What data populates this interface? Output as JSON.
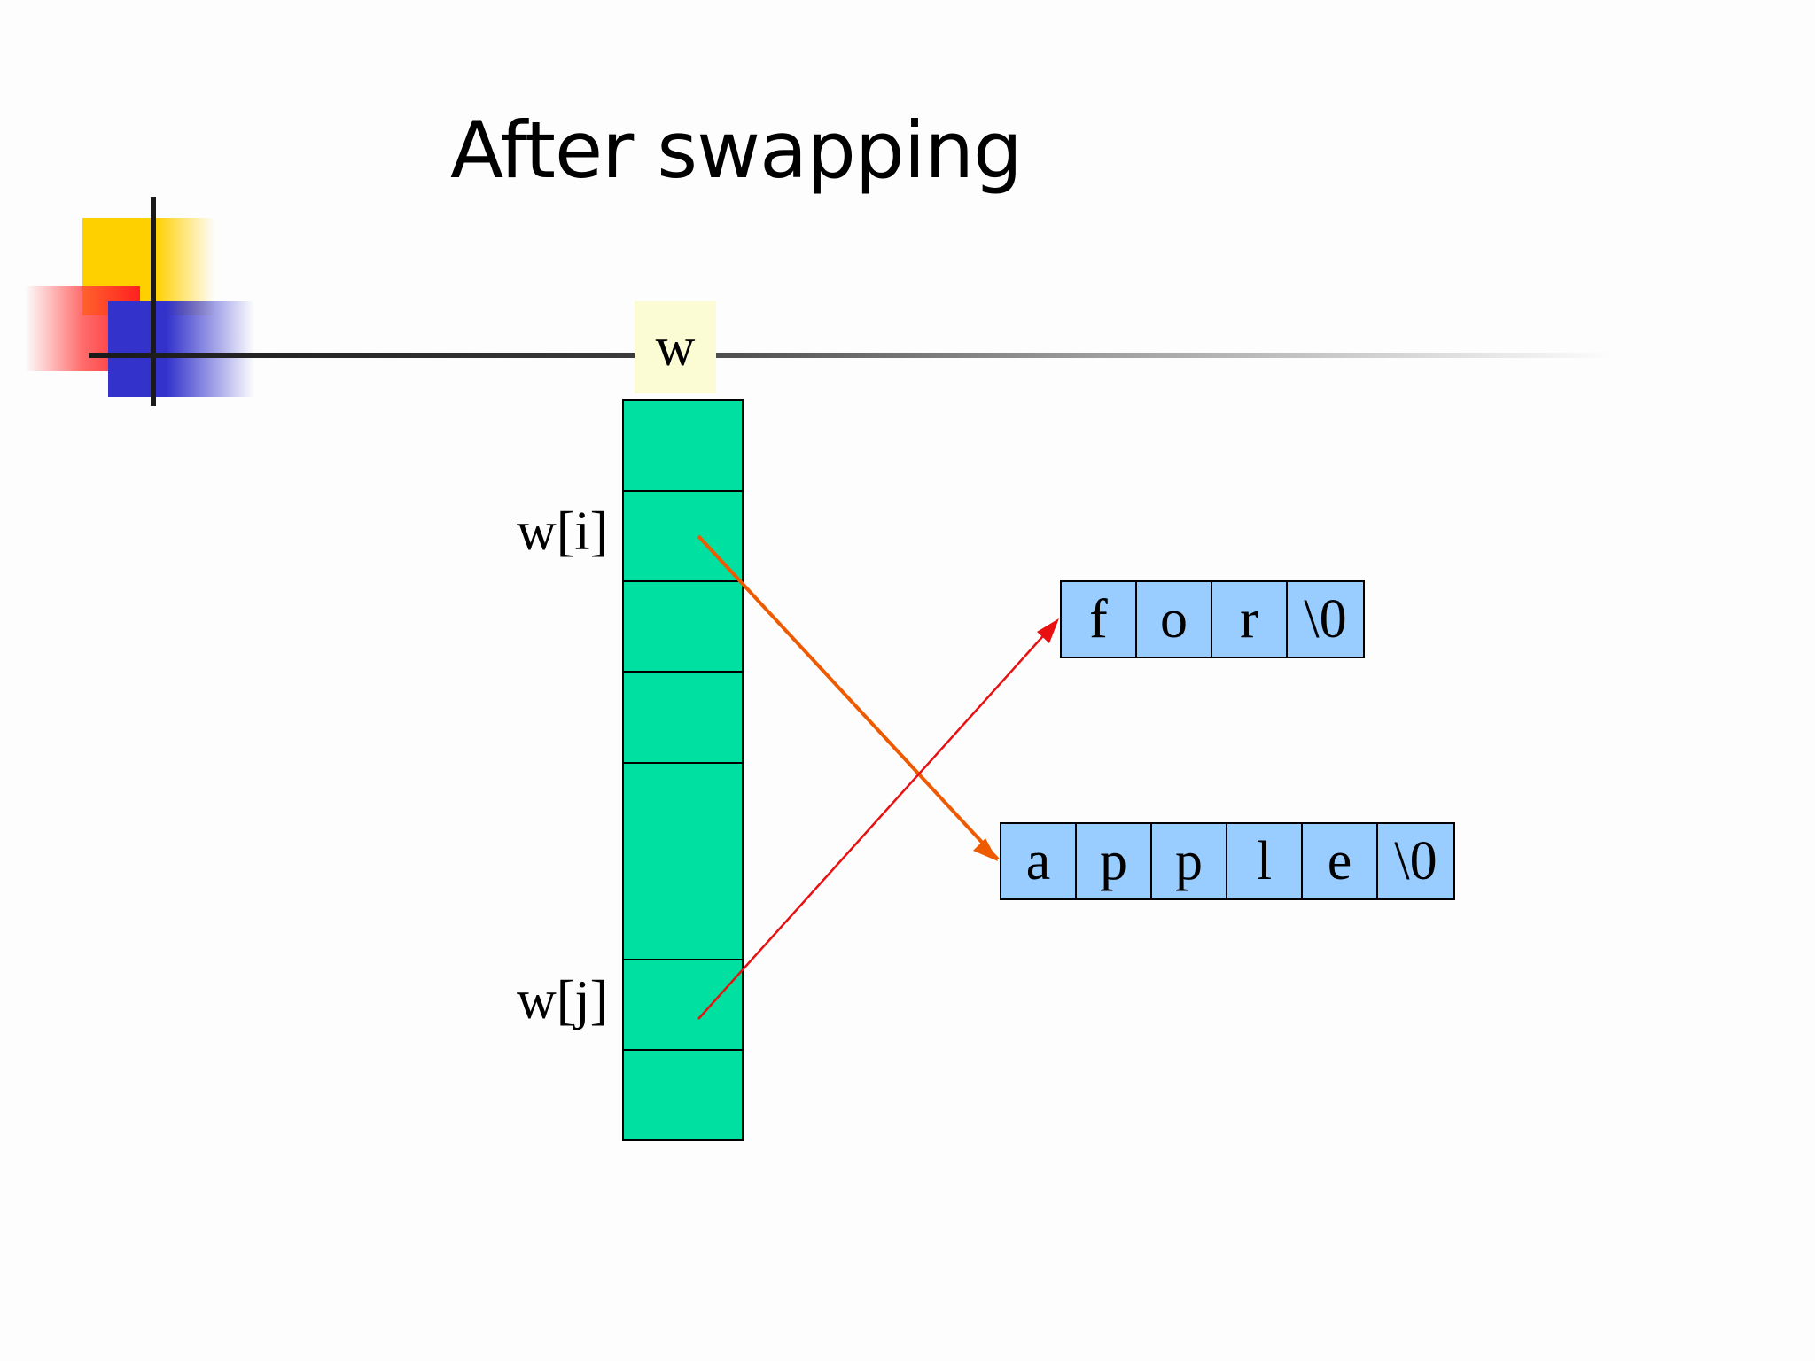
{
  "title": "After swapping",
  "array": {
    "name": "w",
    "label_i": "w[i]",
    "label_j": "w[j]"
  },
  "strings": {
    "top": [
      "f",
      "o",
      "r",
      "\\0"
    ],
    "bottom": [
      "a",
      "p",
      "p",
      "l",
      "e",
      "\\0"
    ]
  },
  "colors": {
    "array_fill": "#00e0a0",
    "cell_fill": "#99ccff",
    "name_box_fill": "#fbfbd4",
    "arrow_i": "#ee5a00",
    "arrow_j": "#e81010"
  }
}
